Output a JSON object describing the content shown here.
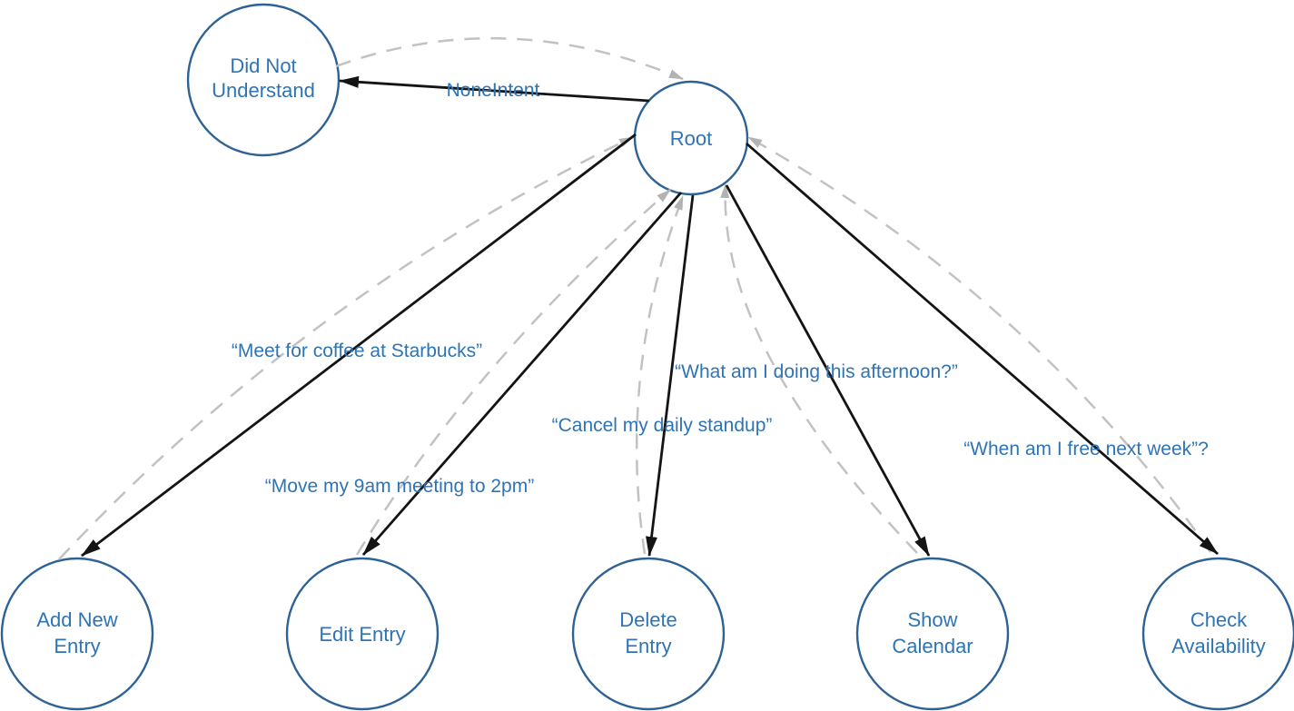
{
  "diagram": {
    "nodes": {
      "did_not_understand": {
        "line1": "Did Not",
        "line2": "Understand"
      },
      "root": {
        "line1": "Root"
      },
      "add_new_entry": {
        "line1": "Add New",
        "line2": "Entry"
      },
      "edit_entry": {
        "line1": "Edit Entry"
      },
      "delete_entry": {
        "line1": "Delete",
        "line2": "Entry"
      },
      "show_calendar": {
        "line1": "Show",
        "line2": "Calendar"
      },
      "check_availability": {
        "line1": "Check",
        "line2": "Availability"
      }
    },
    "edge_labels": {
      "none_intent": "NoneIntent",
      "add_utterance": "“Meet for coffee at Starbucks”",
      "edit_utterance": "“Move my 9am meeting to 2pm”",
      "delete_utterance": "“Cancel my daily standup”",
      "show_utterance": "“What am I doing this afternoon?”",
      "check_utterance": "“When am I free next week”?"
    },
    "colors": {
      "node_stroke": "#2e6295",
      "text_blue": "#2e74b5",
      "solid_edge": "#141414",
      "dashed_edge": "#c2c2c2",
      "dashed_arrowhead": "#b3b3b3"
    }
  }
}
